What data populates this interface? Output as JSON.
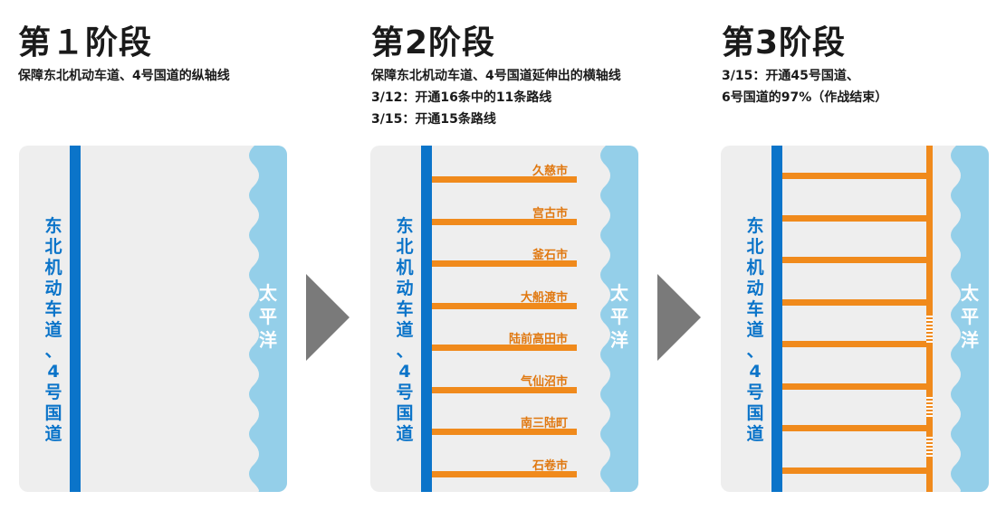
{
  "stages": [
    {
      "title": "第１阶段",
      "desc": [
        "保障东北机动车道、4号国道的纵轴线"
      ],
      "expressway_label": [
        "东",
        "北",
        "机",
        "动",
        "车",
        "道",
        "、",
        "4",
        "号",
        "国",
        "道"
      ],
      "ocean_label": [
        "太",
        "平",
        "洋"
      ]
    },
    {
      "title": "第2阶段",
      "desc": [
        "保障东北机动车道、4号国道延伸出的横轴线",
        "3/12：开通16条中的11条路线",
        "3/15：开通15条路线"
      ],
      "expressway_label": [
        "东",
        "北",
        "机",
        "动",
        "车",
        "道",
        "、",
        "4",
        "号",
        "国",
        "道"
      ],
      "ocean_label": [
        "太",
        "平",
        "洋"
      ],
      "cities": [
        "久慈市",
        "宫古市",
        "釜石市",
        "大船渡市",
        "陆前高田市",
        "气仙沼市",
        "南三陆町",
        "石卷市"
      ]
    },
    {
      "title": "第3阶段",
      "desc": [
        "3/15：开通45号国道、",
        "6号国道的97%（作战结束）"
      ],
      "expressway_label": [
        "东",
        "北",
        "机",
        "动",
        "车",
        "道",
        "、",
        "4",
        "号",
        "国",
        "道"
      ],
      "ocean_label": [
        "太",
        "平",
        "洋"
      ],
      "route_count": 8,
      "partial_sections": 3
    }
  ],
  "colors": {
    "expressway": "#0b74c9",
    "route": "#f08a1c",
    "ocean": "#94cfe9",
    "land": "#eeeeee",
    "arrow": "#7a7a7a"
  }
}
